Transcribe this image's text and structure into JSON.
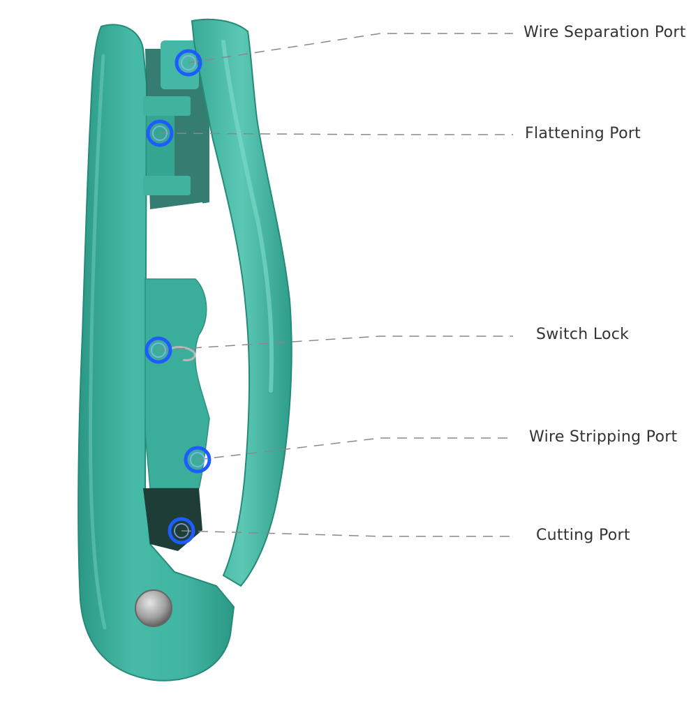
{
  "image": {
    "subject": "wire stripper tool",
    "colors": {
      "body": "#3fb4a0",
      "body_dark": "#2b9885",
      "body_light": "#6fd0bf",
      "inner_shadow": "#1f6f62",
      "marker": "#1e5cff",
      "leader_line": "#888888",
      "label_text": "#333333",
      "pivot": "#a8a8a8"
    }
  },
  "callouts": [
    {
      "id": "wire-separation-port",
      "label": "Wire Separation Port"
    },
    {
      "id": "flattening-port",
      "label": "Flattening Port"
    },
    {
      "id": "switch-lock",
      "label": "Switch Lock"
    },
    {
      "id": "wire-stripping-port",
      "label": "Wire Stripping Port"
    },
    {
      "id": "cutting-port",
      "label": "Cutting Port"
    }
  ]
}
